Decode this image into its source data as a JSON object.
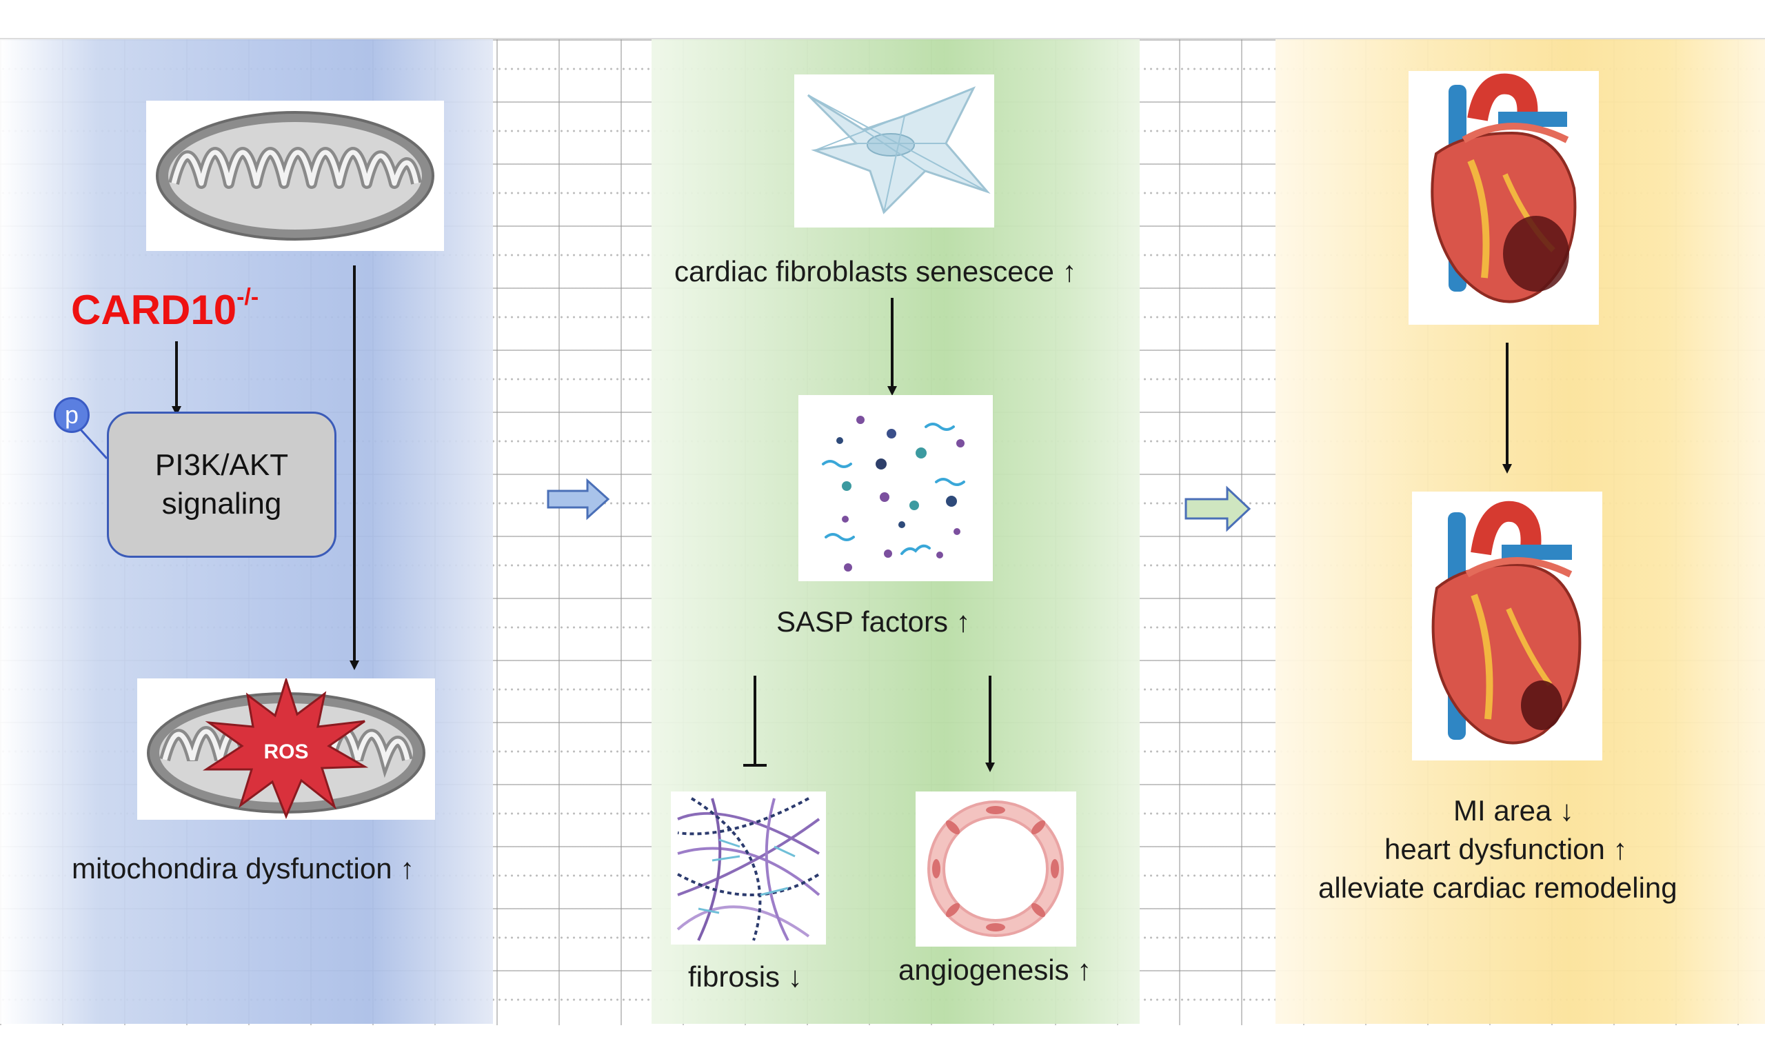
{
  "left_panel": {
    "card10_main": "CARD10",
    "card10_sup": "-/-",
    "phospho_badge": "p",
    "pi3k_line1": "PI3K/AKT",
    "pi3k_line2": "signaling",
    "ros_label": "ROS",
    "outcome_label": "mitochondira dysfunction  ↑"
  },
  "middle_panel": {
    "senescence_label": "cardiac fibroblasts senescece ↑",
    "sasp_label": "SASP factors ↑",
    "fibrosis_label": "fibrosis ↓",
    "angiogenesis_label": "angiogenesis ↑"
  },
  "right_panel": {
    "outcome_line1": "MI area ↓",
    "outcome_line2": "heart dysfunction ↑",
    "outcome_line3": "alleviate cardiac remodeling"
  },
  "colors": {
    "card10_red": "#ee1111",
    "panel_blue": "#b3c5ea",
    "panel_green": "#b9dda6",
    "panel_yellow": "#fbe29a",
    "ros_star": "#d9313c"
  }
}
